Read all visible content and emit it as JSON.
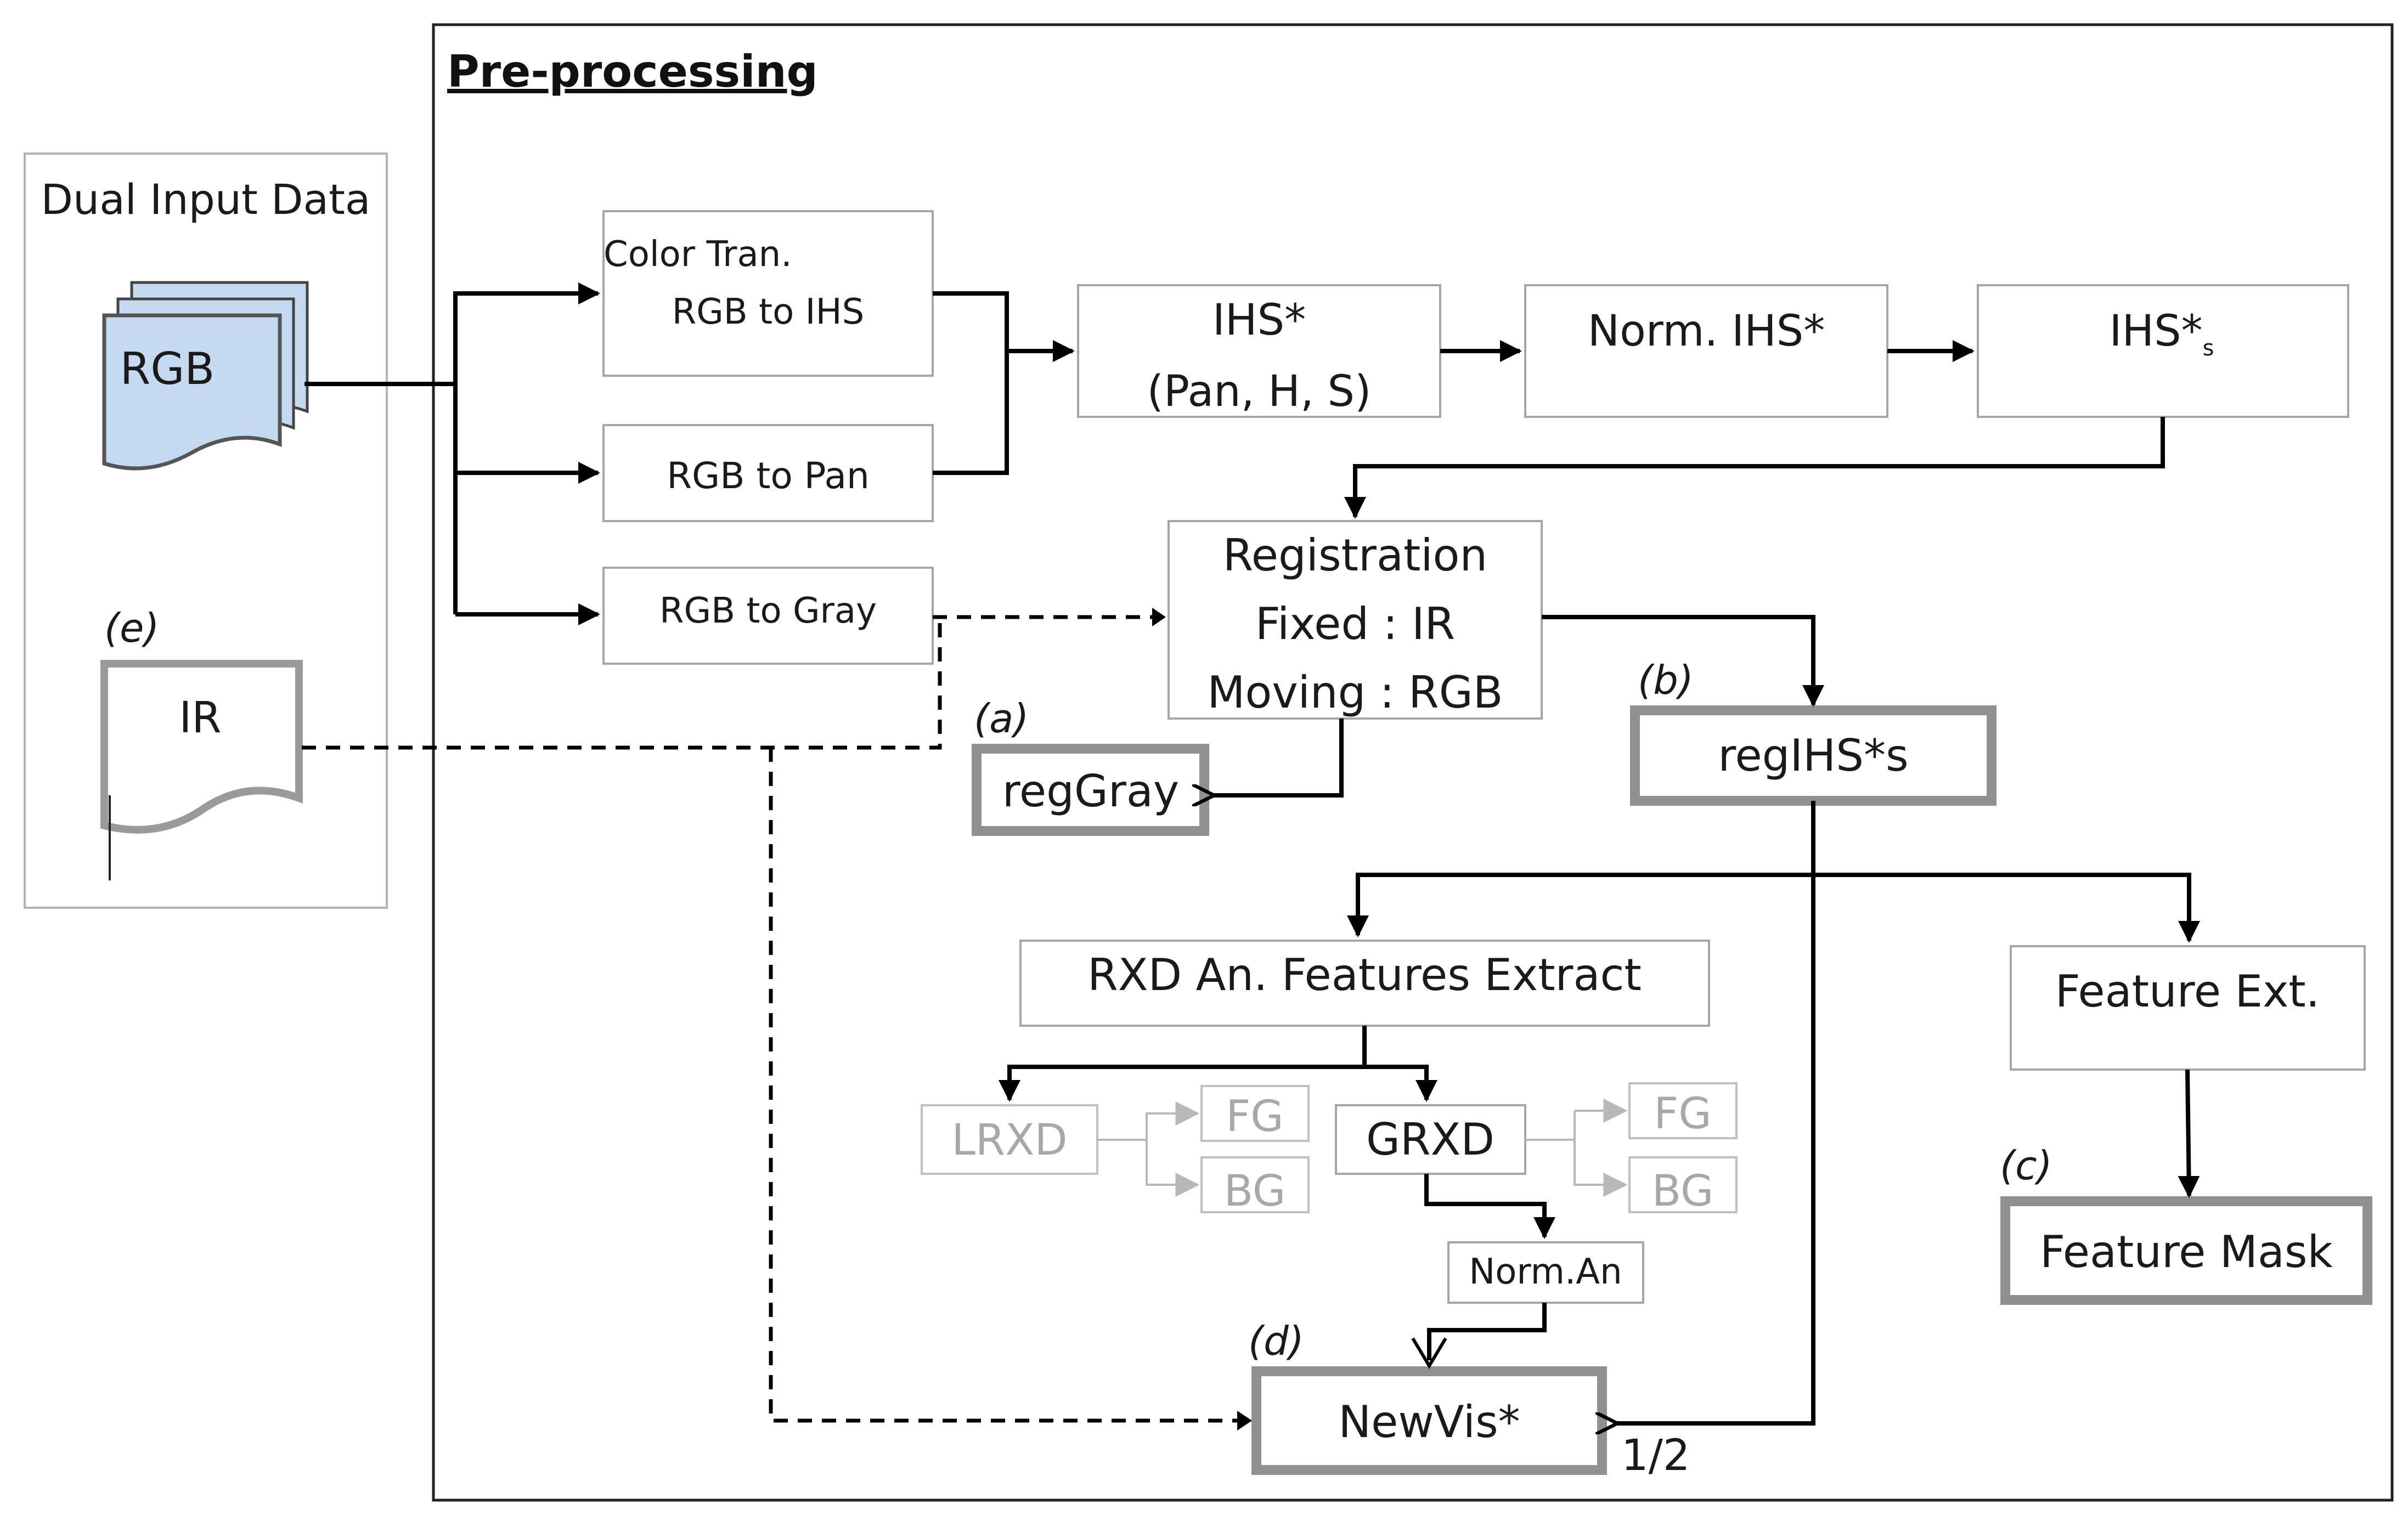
{
  "preprocessing": {
    "title": "Pre-processing"
  },
  "input_panel": {
    "title": "Dual Input Data",
    "rgb_doc": "RGB",
    "ir_doc": "IR",
    "ir_tag": "(e)",
    "rgb_doc_color": "#c5daf1"
  },
  "nodes": {
    "color_tran_line1": "Color Tran.",
    "color_tran_line2": "RGB to  IHS",
    "rgb_to_pan": "RGB to Pan",
    "rgb_to_gray": "RGB to  Gray",
    "ihs_line1": "IHS*",
    "ihs_line2": "(Pan, H, S)",
    "norm_ihs": "Norm. IHS*",
    "ihs_s": "IHS*",
    "ihs_s_sub": "s",
    "registration_line1": "Registration",
    "registration_line2": "Fixed : IR",
    "registration_line3": "Moving : RGB",
    "reg_gray": "regGray",
    "reg_ihs": "regIHS*s",
    "rxd": "RXD An. Features Extract",
    "feature_ext": "Feature Ext.",
    "lrxd": "LRXD",
    "grxd": "GRXD",
    "fg1": "FG",
    "bg1": "BG",
    "fg2": "FG",
    "bg2": "BG",
    "norm_an": "Norm.An",
    "feature_mask": "Feature Mask",
    "newvis": "NewVis*"
  },
  "tags": {
    "a": "(a)",
    "b": "(b)",
    "c": "(c)",
    "d": "(d)"
  },
  "weight_label": "1/2"
}
